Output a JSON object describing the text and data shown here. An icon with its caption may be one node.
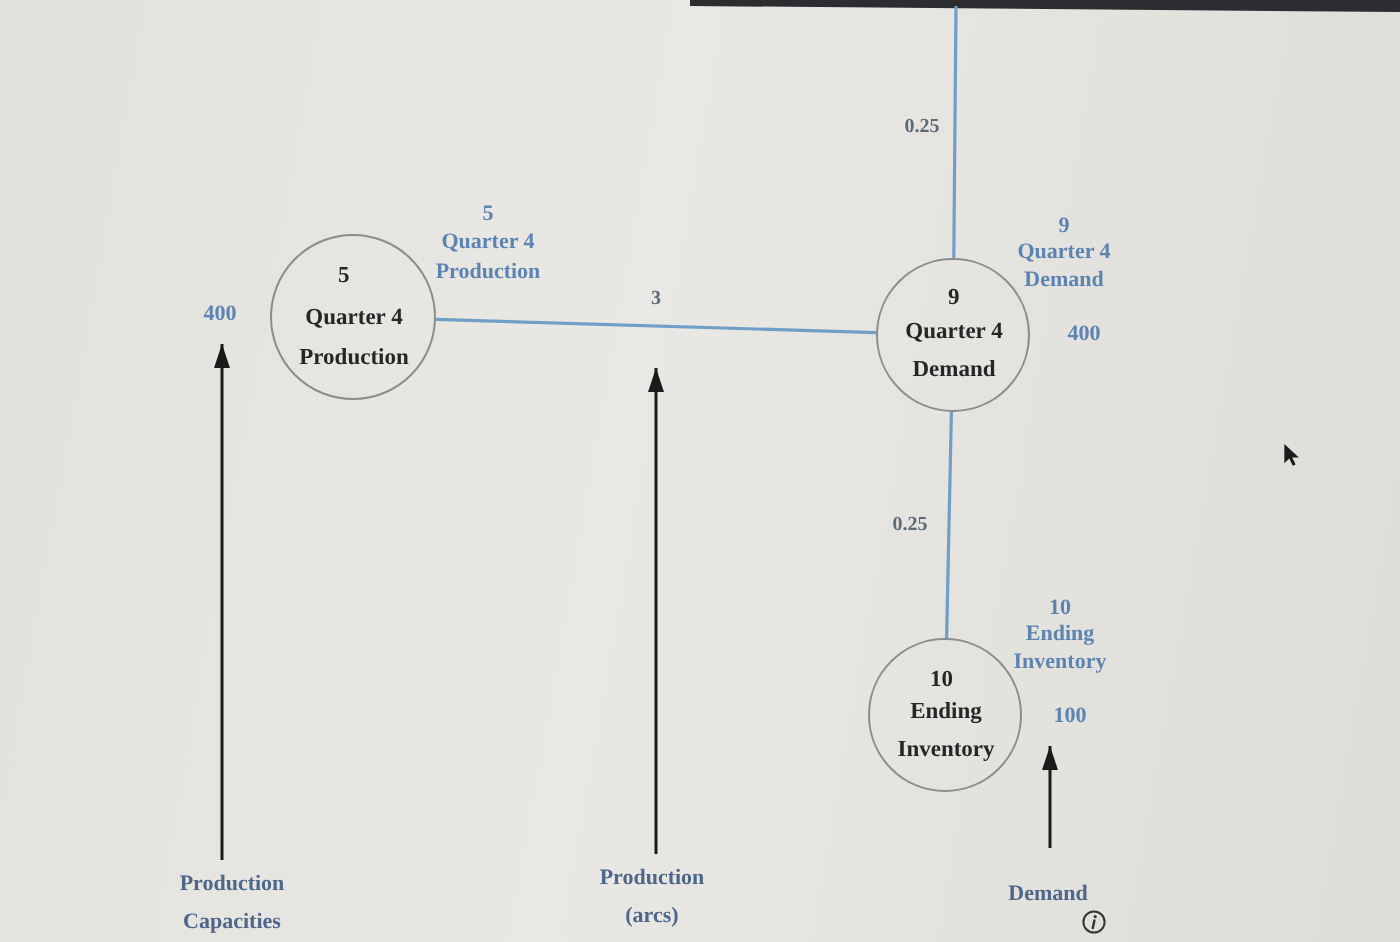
{
  "diagram": {
    "nodes": [
      {
        "text": [
          "5",
          "Quarter 4 Production"
        ],
        "beside": [
          "5",
          "Quarter 4 Production"
        ]
      },
      {
        "text": [
          "9",
          "Quarter 4 Demand"
        ],
        "beside": [
          "9",
          "Quarter 4 Demand",
          "400"
        ]
      },
      {
        "text": [
          "10",
          "Ending Inventory"
        ],
        "beside": [
          "10",
          "Ending Inventory"
        ]
      },
      {
        "text": [
          "400"
        ]
      },
      {
        "text": [
          "100"
        ]
      },
      {
        "text": [
          "Production Capacities"
        ]
      },
      {
        "text": [
          "Production (arcs)"
        ]
      },
      {
        "text": [
          "Demand"
        ]
      }
    ],
    "edges": [
      {
        "from": 0,
        "to": 1,
        "arrow": "none",
        "label": "3"
      },
      {
        "from": null,
        "to": 1,
        "arrow": "none",
        "label": "0.25"
      },
      {
        "from": 1,
        "to": 2,
        "arrow": "none",
        "label": "0.25"
      },
      {
        "from": 5,
        "to": 3,
        "arrow": "to",
        "color": "#1a1a1a"
      },
      {
        "from": 6,
        "to": null,
        "arrow": "to",
        "color": "#1a1a1a"
      },
      {
        "from": 7,
        "to": 4,
        "arrow": "to",
        "color": "#1a1a1a"
      }
    ]
  }
}
